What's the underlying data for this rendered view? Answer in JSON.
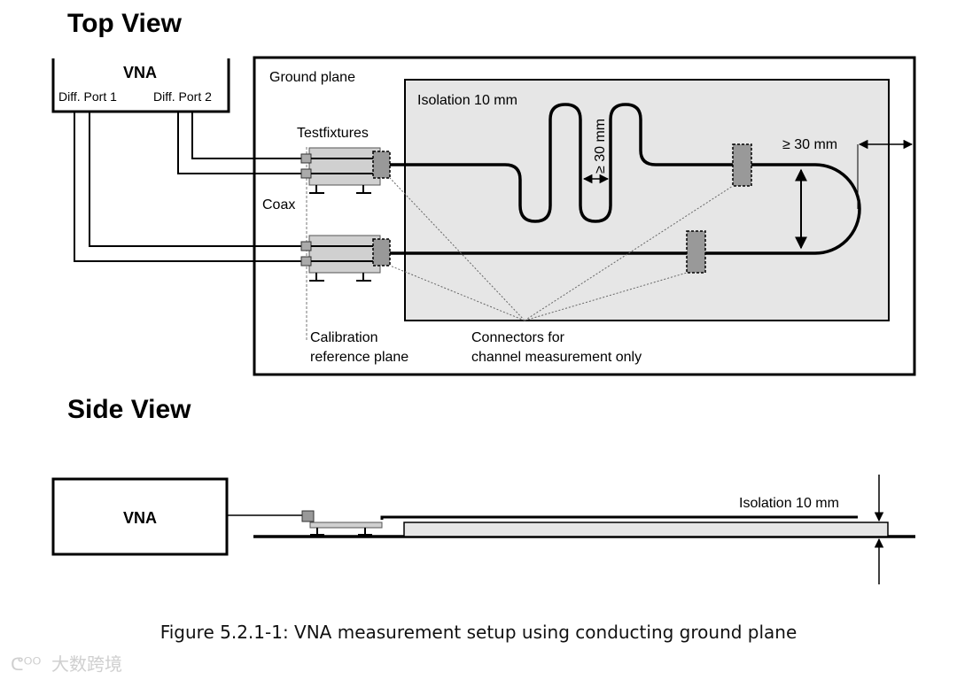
{
  "top_view": {
    "heading": "Top View",
    "vna": {
      "title": "VNA",
      "port1_label": "Diff. Port 1",
      "port2_label": "Diff. Port 2"
    },
    "ground_plane_label": "Ground plane",
    "isolation_label": "Isolation 10 mm",
    "testfixtures_label": "Testfixtures",
    "coax_label": "Coax",
    "meander_spacing_label": "≥ 30 mm",
    "loop_spacing_label": "≥ 30 mm",
    "calibration_label_line1": "Calibration",
    "calibration_label_line2": "reference plane",
    "connectors_label_line1": "Connectors for",
    "connectors_label_line2": "channel measurement only"
  },
  "side_view": {
    "heading": "Side View",
    "vna_title": "VNA",
    "isolation_label": "Isolation 10 mm"
  },
  "caption": "Figure 5.2.1-1: VNA measurement setup using conducting ground plane",
  "watermark": "大数跨境",
  "colors": {
    "line": "#000000",
    "isolation_fill": "#e6e6e6",
    "fixture_fill": "#d0d0d0",
    "connector_fill": "#999999"
  }
}
